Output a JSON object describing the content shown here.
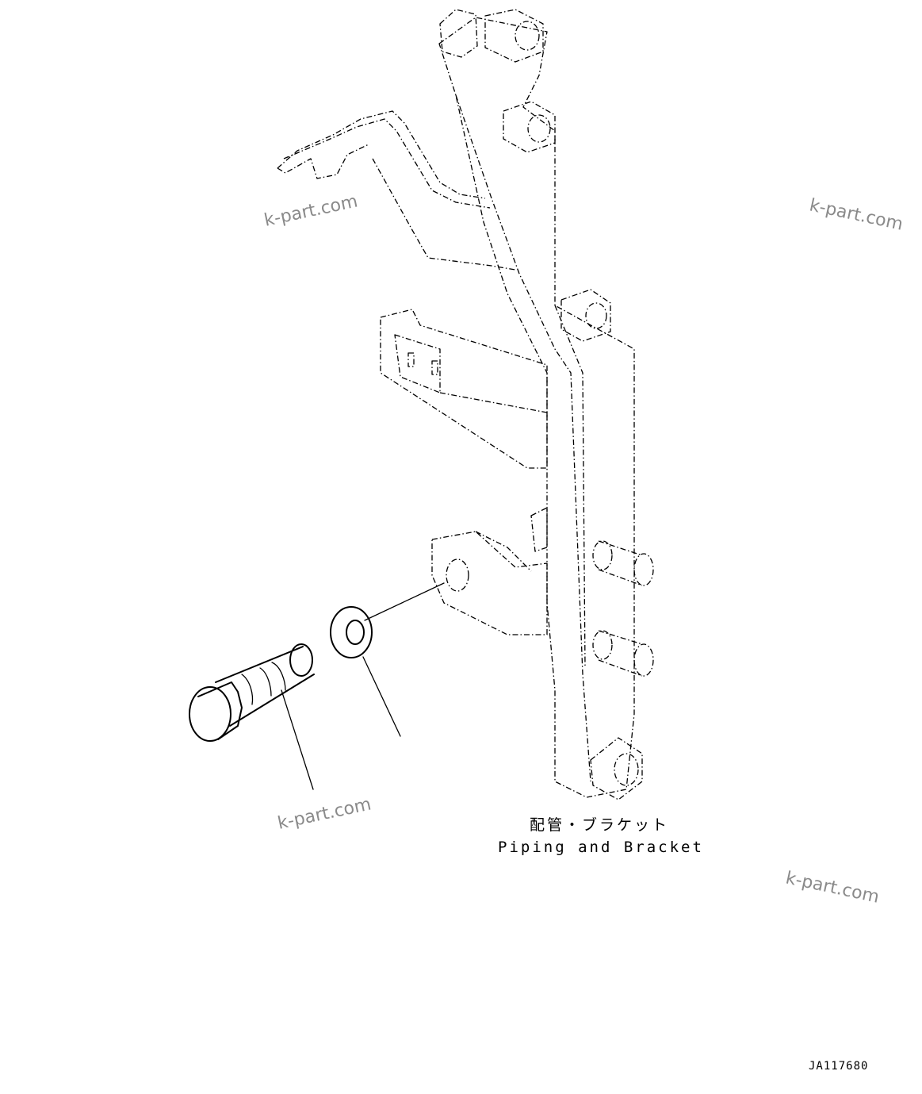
{
  "caption": {
    "jp": "配管・ブラケット",
    "en": "Piping and Bracket"
  },
  "figure_code": "JA117680",
  "watermarks": [
    "k-part.com",
    "k-part.com",
    "k-part.com",
    "k-part.com"
  ],
  "parts": [
    {
      "name": "bolt"
    },
    {
      "name": "washer"
    }
  ]
}
